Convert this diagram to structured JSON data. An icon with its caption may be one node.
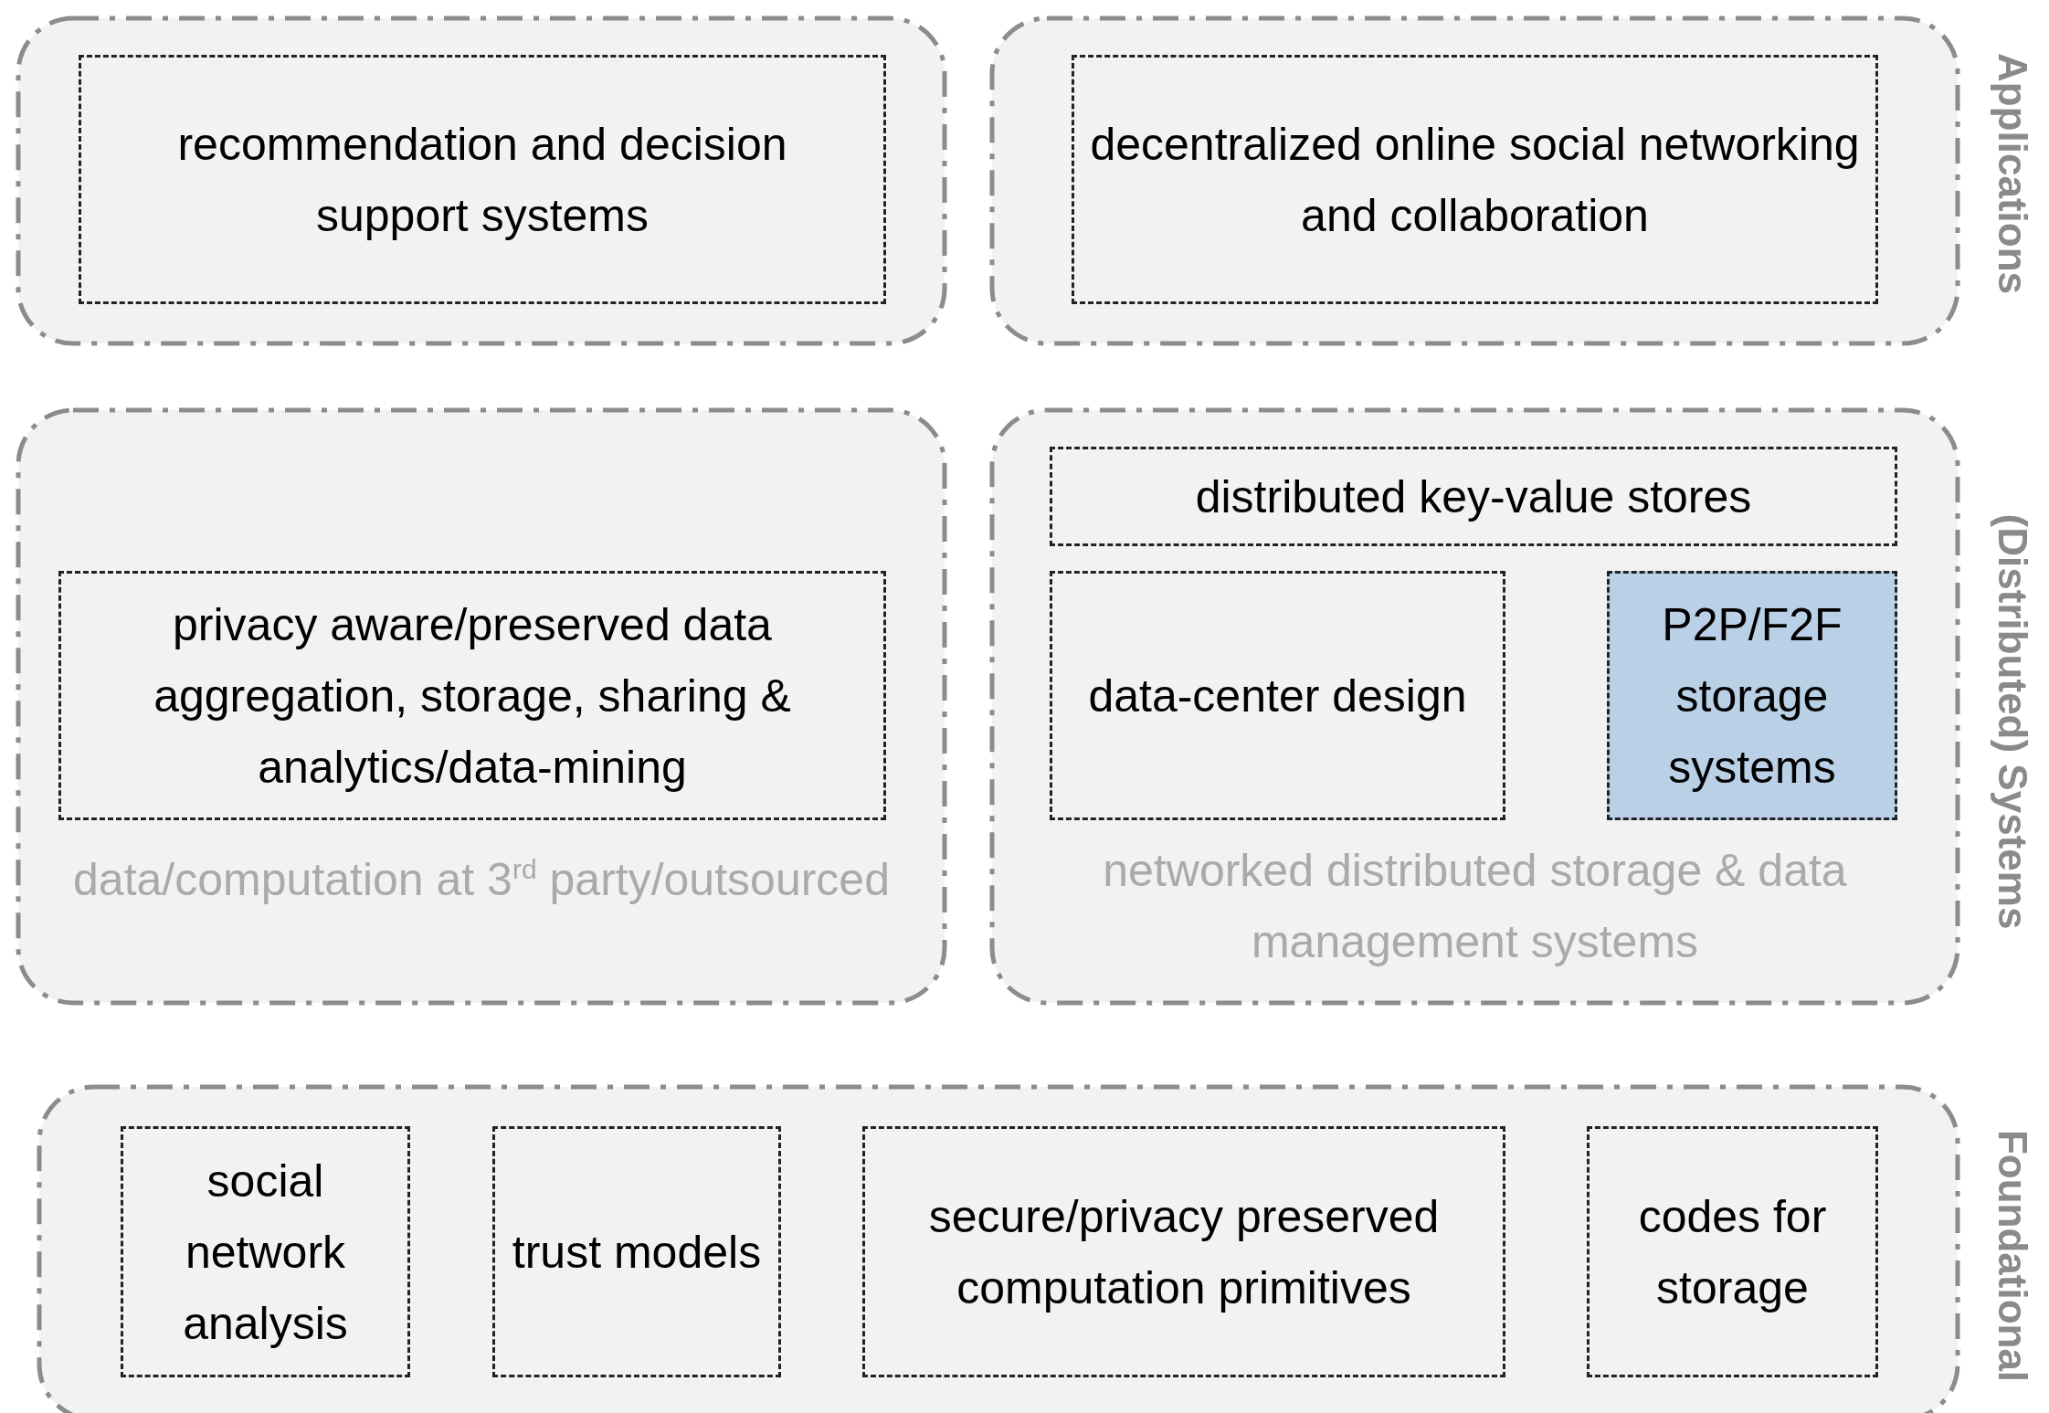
{
  "diagram": {
    "nodes": [
      {
        "text": [],
        "shape": "box"
      },
      {
        "text": [
          "recommendation and decision support systems"
        ],
        "in": 0
      },
      {
        "text": [],
        "shape": "box"
      },
      {
        "text": [
          "decentralized online social networking and collaboration"
        ],
        "in": 2
      },
      {
        "text": [
          "data/computation at 3$^{rd}$ party/outsourced"
        ]
      },
      {
        "text": [
          "privacy aware/preserved data aggregation, storage, sharing & analytics/data-mining"
        ],
        "in": 4
      },
      {
        "text": [
          "networked distributed storage & data management systems"
        ]
      },
      {
        "text": [
          "distributed key-value stores"
        ],
        "in": 6
      },
      {
        "text": [
          "data-center design"
        ],
        "in": 6
      },
      {
        "text": [
          "P2P/F2F storage systems"
        ],
        "in": 6
      },
      {
        "text": [],
        "shape": "box"
      },
      {
        "text": [
          "social network analysis"
        ],
        "in": 10
      },
      {
        "text": [
          "trust models"
        ],
        "in": 10
      },
      {
        "text": [
          "secure/privacy preserved computation primitives"
        ],
        "in": 10
      },
      {
        "text": [
          "codes for storage"
        ],
        "in": 10
      }
    ],
    "edges": [],
    "labels": [
      "Applications",
      "(Distributed) Systems",
      "Foundational"
    ]
  }
}
